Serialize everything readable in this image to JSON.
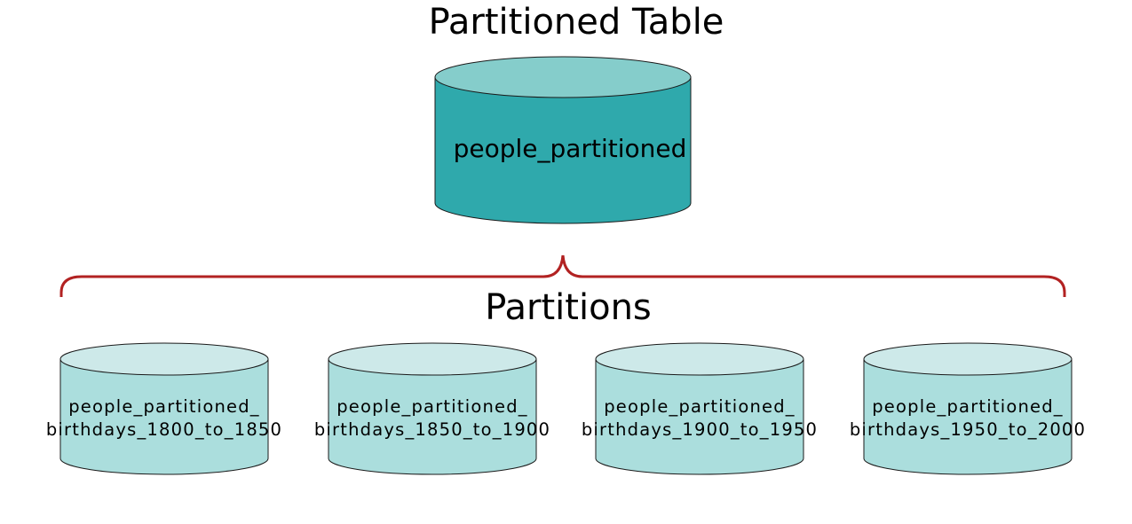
{
  "title": "Partitioned Table",
  "main_table": {
    "name": "people_partitioned",
    "top_color": "#85CDCB",
    "body_color": "#2FA9AC"
  },
  "bracket_color": "#B22222",
  "partitions_label": "Partitions",
  "partition_colors": {
    "top": "#CDE9E9",
    "body": "#ABDEDD"
  },
  "partitions": [
    {
      "line1": "people_partitioned_",
      "line2": "birthdays_1800_to_1850"
    },
    {
      "line1": "people_partitioned_",
      "line2": "birthdays_1850_to_1900"
    },
    {
      "line1": "people_partitioned_",
      "line2": "birthdays_1900_to_1950"
    },
    {
      "line1": "people_partitioned_",
      "line2": "birthdays_1950_to_2000"
    }
  ]
}
